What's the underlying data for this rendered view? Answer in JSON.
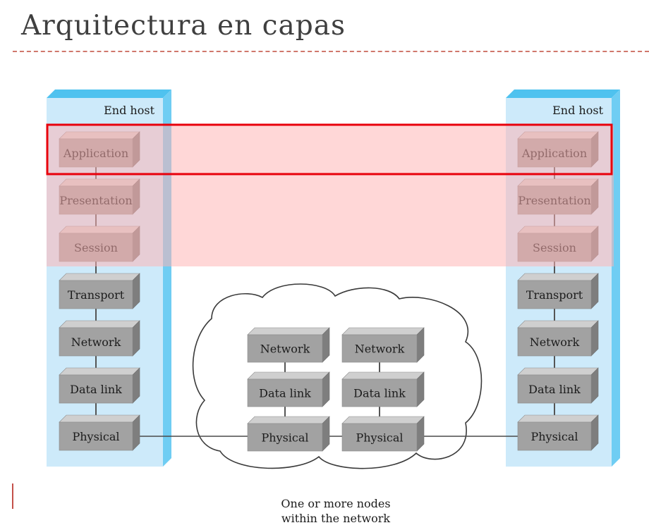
{
  "title": "Arquitectura en capas",
  "end_host_label": "End host",
  "host_layers": [
    "Application",
    "Presentation",
    "Session",
    "Transport",
    "Network",
    "Data link",
    "Physical"
  ],
  "node_layers": [
    "Network",
    "Data link",
    "Physical"
  ],
  "cloud_caption": [
    "One or more nodes",
    "within the network"
  ],
  "colors": {
    "highlight_border": "#e8000b",
    "highlight_fill": "#ffb3b3",
    "host_column": "#cdeafa",
    "layer_box": "#a2a2a2"
  }
}
